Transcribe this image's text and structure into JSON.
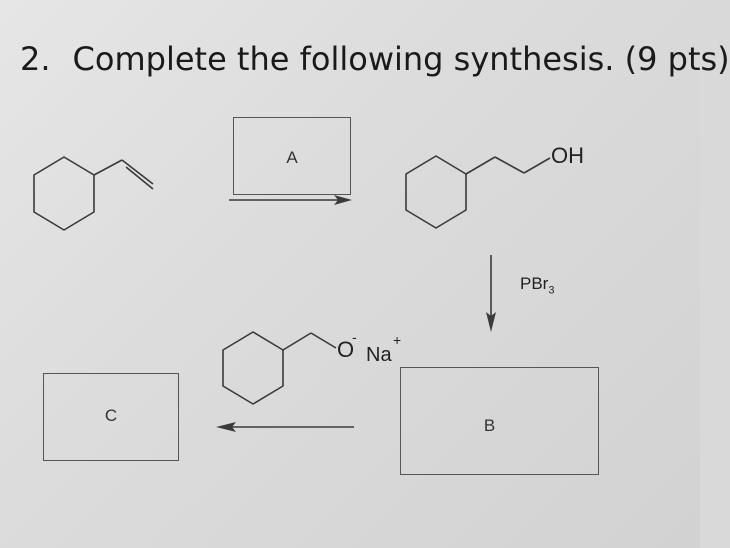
{
  "question": {
    "number": "2.",
    "text": "Complete the following synthesis. (9 pts)"
  },
  "boxes": {
    "a_label": "A",
    "b_label": "B",
    "c_label": "C"
  },
  "molecules": {
    "alcohol_oh": "OH",
    "alkoxide_o": "O",
    "alkoxide_minus": "-",
    "sodium": "Na",
    "sodium_plus": "+"
  },
  "reagents": {
    "pbr3_main": "PBr",
    "pbr3_sub": "3"
  }
}
